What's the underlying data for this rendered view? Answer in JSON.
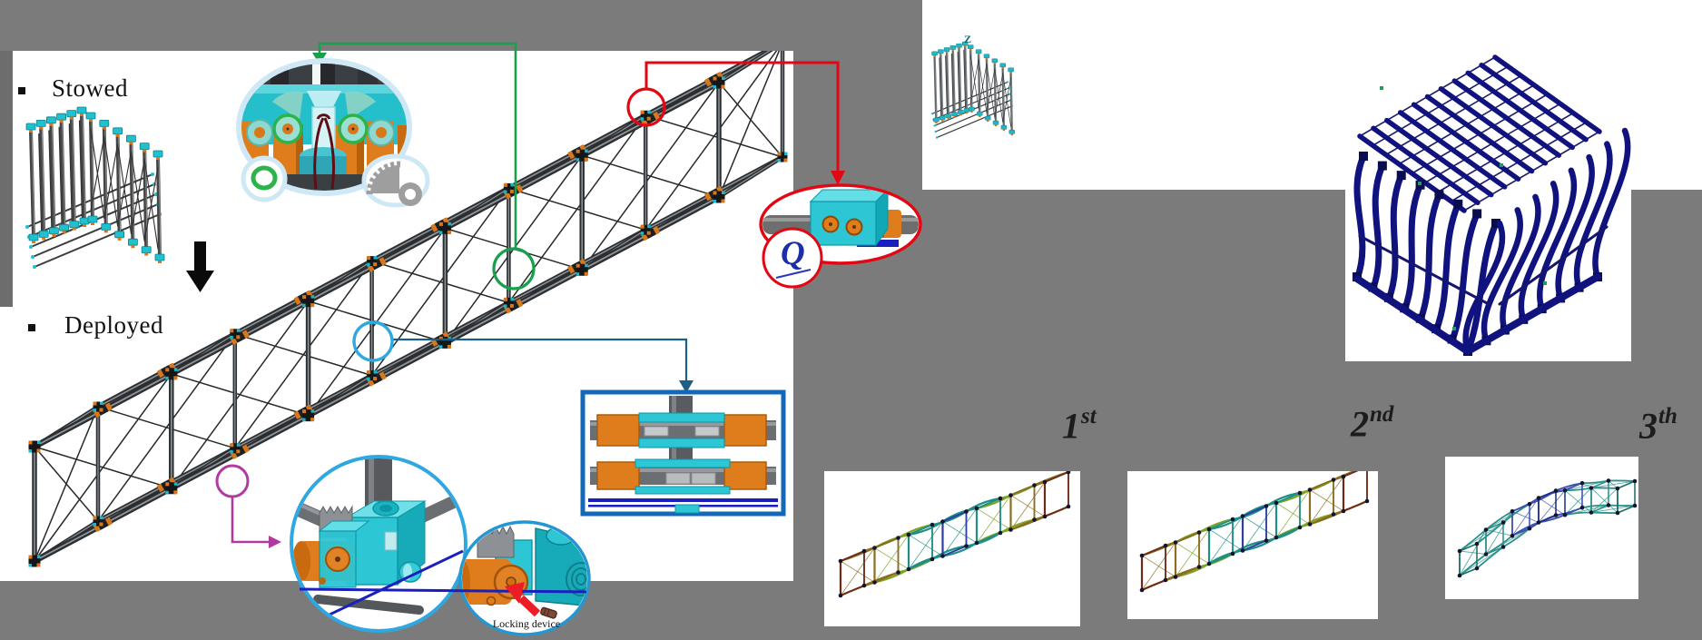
{
  "labels": {
    "stowed": "Stowed",
    "deployed": "Deployed",
    "locking_device": "Locking device",
    "q_marker": "Q",
    "z_axis": "Z"
  },
  "mode_labels": [
    {
      "base": "1",
      "sup": "st"
    },
    {
      "base": "2",
      "sup": "nd"
    },
    {
      "base": "3",
      "sup": "th"
    }
  ],
  "icons": [
    "green-ring-icon",
    "gear-icon",
    "down-arrow-icon",
    "green-callout-arrow",
    "red-callout-arrow",
    "blue-callout-arrow",
    "magenta-callout-arrow",
    "red-lock-arrow"
  ],
  "colors": {
    "background": "#7b7b7b",
    "panel_white": "#ffffff",
    "callout_green": "#18a04b",
    "callout_red": "#e30613",
    "callout_blue_light": "#2fa8e1",
    "callout_blue_rect": "#1468b8",
    "callout_magenta": "#b03aa0",
    "connector_dark_blue": "#1b5f86",
    "pale_blue_ring": "#cfe8f5",
    "cad_cyan": "#2cc6d4",
    "cad_cyan_dark": "#0d96a5",
    "cad_orange": "#df7c1b",
    "fea_navy": "#10127e",
    "cable_blue": "#1a1fbd",
    "q_blue": "#1c2fa8",
    "arrow_black": "#0a0a0a"
  }
}
